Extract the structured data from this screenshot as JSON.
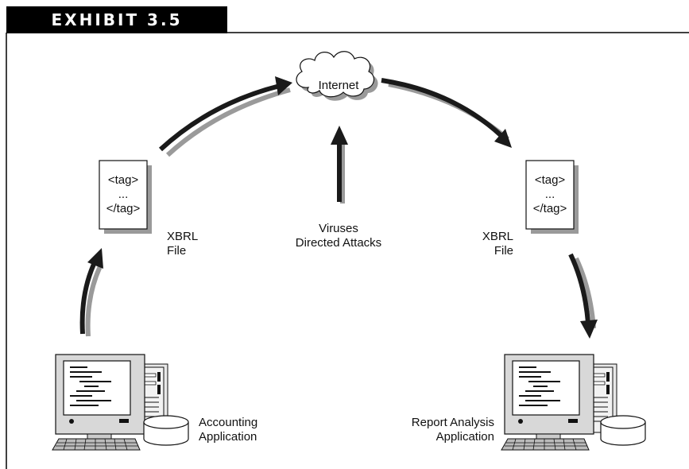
{
  "exhibit": {
    "title": "EXHIBIT 3.5"
  },
  "cloud": {
    "label": "Internet"
  },
  "threats": {
    "line1": "Viruses",
    "line2": "Directed Attacks"
  },
  "left_doc": {
    "tag_open": "<tag>",
    "ellipsis": "...",
    "tag_close": "</tag>",
    "label1": "XBRL",
    "label2": "File"
  },
  "right_doc": {
    "tag_open": "<tag>",
    "ellipsis": "...",
    "tag_close": "</tag>",
    "label1": "XBRL",
    "label2": "File"
  },
  "left_computer": {
    "label1": "Accounting",
    "label2": "Application"
  },
  "right_computer": {
    "label1": "Report Analysis",
    "label2": "Application"
  },
  "colors": {
    "arrow": "#1a1a1a",
    "shadow": "#9a9a9a",
    "frame": "#000000"
  }
}
